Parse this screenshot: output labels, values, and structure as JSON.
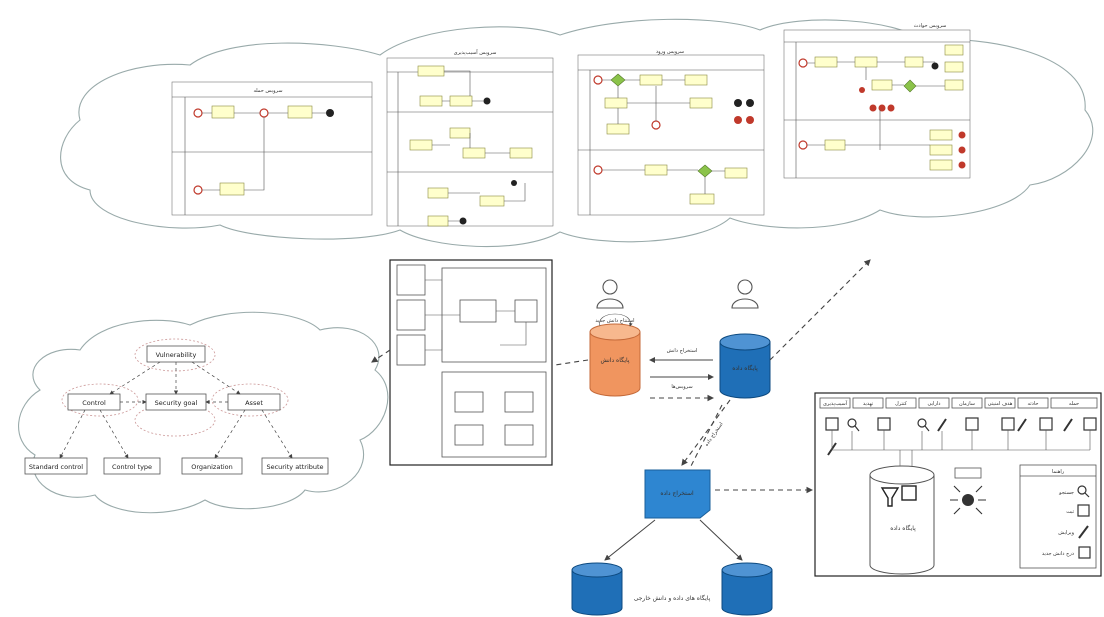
{
  "processes": {
    "proc1_title": "سرویس حمله",
    "proc2_title": "سرویس آسیب‌پذیری",
    "proc3_title": "سرویس ورود",
    "proc4_title": "سرویس حوادث"
  },
  "ontology": {
    "vulnerability": "Vulnerability",
    "control": "Control",
    "security_goal": "Security goal",
    "asset": "Asset",
    "standard_control": "Standard control",
    "control_type": "Control type",
    "organization": "Organization",
    "security_attribute": "Security attribute"
  },
  "center": {
    "orange_db": "پایگاه دانش",
    "orange_loop_label": "استنتاج دانش جدید",
    "blue_db": "پایگاه داده",
    "arrow1": "استخراج دانش",
    "arrow2": "سرویس‌ها",
    "note": "استخراج داده",
    "blue_box": "استخراج داده",
    "bottom_label": "پایگاه های داده و دانش خارجی"
  },
  "rightpanel": {
    "tabs": [
      "آسیب‌پذیری",
      "تهدید",
      "کنترل",
      "دارایی",
      "سازمان",
      "هدف امنیتی",
      "حادثه",
      "حمله"
    ],
    "central_db": "پایگاه داده",
    "legend_title": "راهنما",
    "legend_items": [
      "جستجو",
      "ثبت",
      "ویرایش",
      "درج دانش جدید"
    ]
  },
  "colors": {
    "orange": "#f0955f",
    "blue": "#1f6fb7",
    "task_fill": "#ffffcc",
    "event_red": "#c0392b",
    "gateway_green": "#8bc34a"
  }
}
